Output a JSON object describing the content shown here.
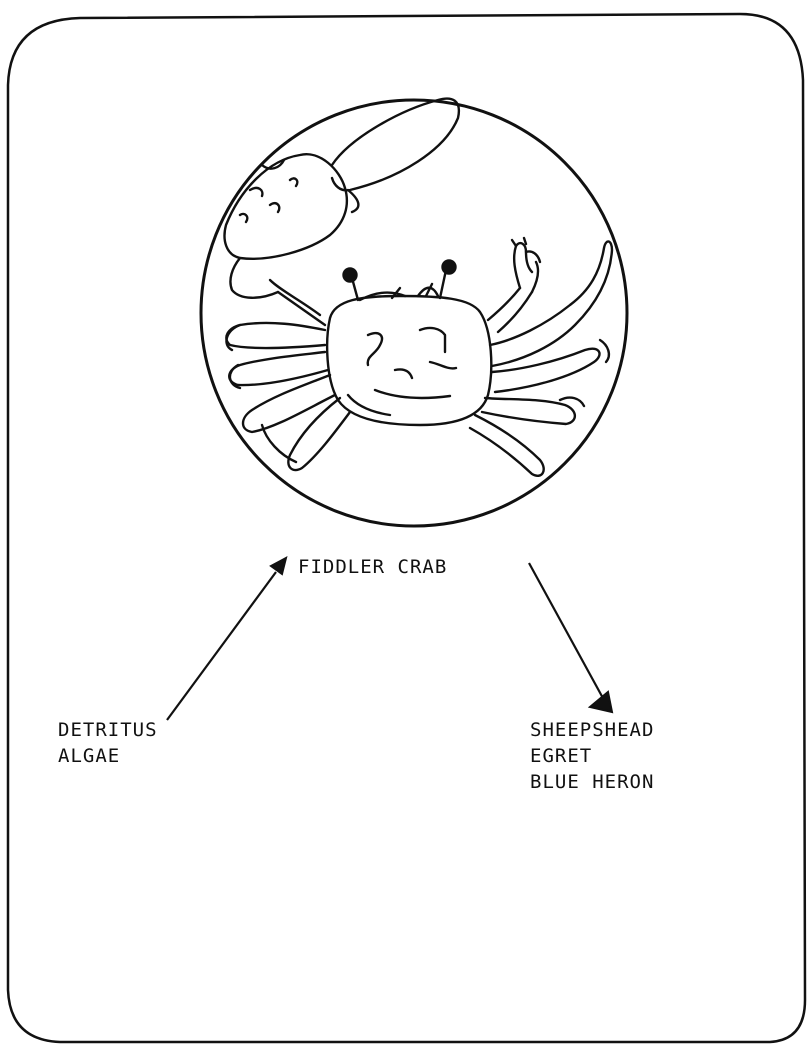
{
  "diagram": {
    "subject": {
      "label": "FIDDLER CRAB",
      "illustration": "fiddler-crab-drawing"
    },
    "eaten_by_subject": [
      "DETRITUS",
      "ALGAE"
    ],
    "eats_subject": [
      "SHEEPSHEAD",
      "EGRET",
      "BLUE HERON"
    ],
    "colors": {
      "ink": "#111111",
      "paper": "#ffffff"
    }
  }
}
